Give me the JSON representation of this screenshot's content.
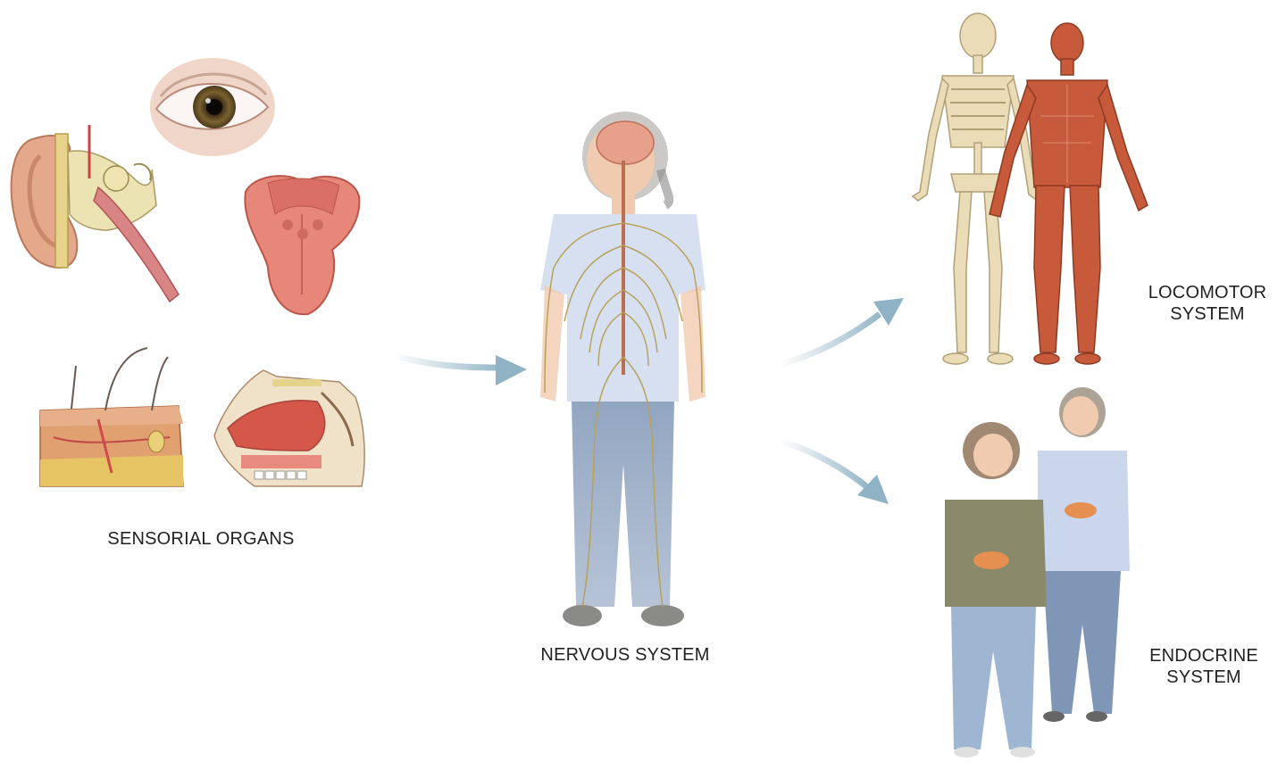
{
  "labels": {
    "sensorial_organs": "SENSORIAL ORGANS",
    "nervous_system": "NERVOUS SYSTEM",
    "locomotor_line1": "LOCOMOTOR",
    "locomotor_line2": "SYSTEM",
    "endocrine_line1": "ENDOCRINE",
    "endocrine_line2": "SYSTEM"
  },
  "colors": {
    "arrow": "#8fb3c4",
    "skin": "#e8b79c",
    "tissue_red": "#d4574a",
    "bone": "#e9dcb6",
    "muscle": "#c65a3a",
    "nerve": "#b8a25a",
    "shirt_light": "#c9d6ec",
    "shirt_olive": "#8a8a6a",
    "jeans": "#8ea3bf"
  },
  "icons": [
    "ear-icon",
    "eye-icon",
    "tongue-icon",
    "skin-icon",
    "nose-icon",
    "nervous-figure",
    "skeleton-figure",
    "muscle-figure",
    "endocrine-figures"
  ]
}
